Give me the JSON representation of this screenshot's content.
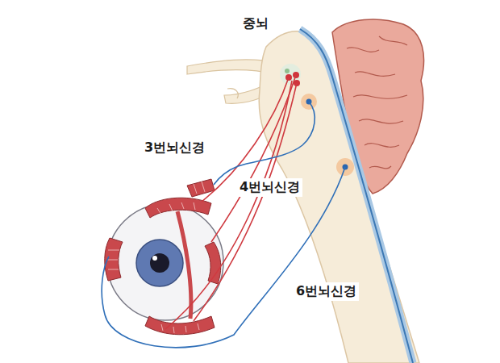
{
  "diagram": {
    "labels": [
      "중뇌",
      "3번뇌신경",
      "4번뇌신경",
      "6번뇌신경"
    ]
  }
}
